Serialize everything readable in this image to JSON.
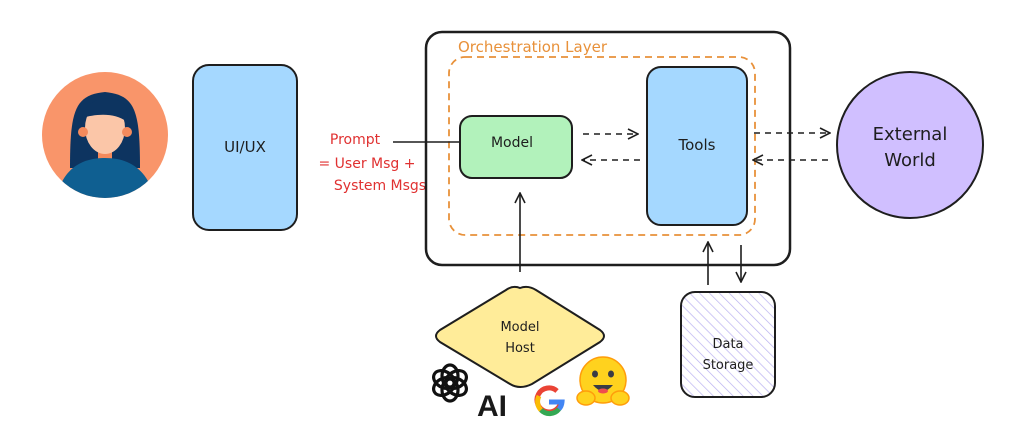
{
  "user": {
    "label": "User avatar"
  },
  "uiux": {
    "label": "UI/UX"
  },
  "prompt": {
    "line1": "Prompt",
    "line2": "= User Msg +",
    "line3": "System Msgs"
  },
  "orchestration": {
    "title": "Orchestration Layer"
  },
  "model": {
    "label": "Model"
  },
  "tools": {
    "label": "Tools"
  },
  "external": {
    "line1": "External",
    "line2": "World"
  },
  "model_host": {
    "line1": "Model",
    "line2": "Host"
  },
  "data_storage": {
    "line1": "Data",
    "line2": "Storage"
  },
  "providers": [
    {
      "name": "OpenAI"
    },
    {
      "name": "Anthropic",
      "glyph": "AI"
    },
    {
      "name": "Google",
      "glyph": "G"
    },
    {
      "name": "Hugging Face"
    }
  ],
  "colors": {
    "uiux_fill": "#a5d8ff",
    "model_fill": "#b2f2bb",
    "tools_fill": "#a5d8ff",
    "external_fill": "#d0bfff",
    "host_fill": "#ffec99",
    "storage_hatch": "#b9b0f0",
    "orchestration_dash": "#e8913a",
    "prompt_text": "#e03131",
    "avatar_bg": "#f9956a"
  }
}
